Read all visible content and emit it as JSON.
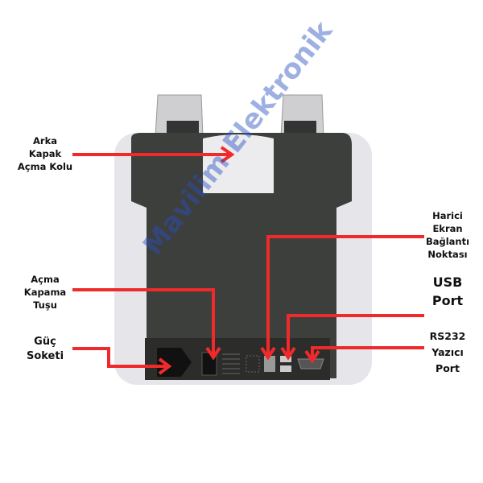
{
  "watermark": {
    "part1": "Mavilim",
    "part2": " Elektronik"
  },
  "labels": {
    "rear_cover": [
      "Arka",
      "Kapak",
      "Açma Kolu"
    ],
    "power_switch": [
      "Açma",
      "Kapama",
      "Tuşu"
    ],
    "power_socket": [
      "Güç",
      "Soketi"
    ],
    "external_display": [
      "Harici",
      "Ekran",
      "Bağlantı",
      "Noktası"
    ],
    "usb": [
      "USB",
      "Port"
    ],
    "rs232": [
      "RS232",
      "Yazıcı",
      "Port"
    ]
  },
  "colors": {
    "arrow": "#f02a2a",
    "body": "#e6e6ea",
    "panel": "#3d3f3c"
  }
}
